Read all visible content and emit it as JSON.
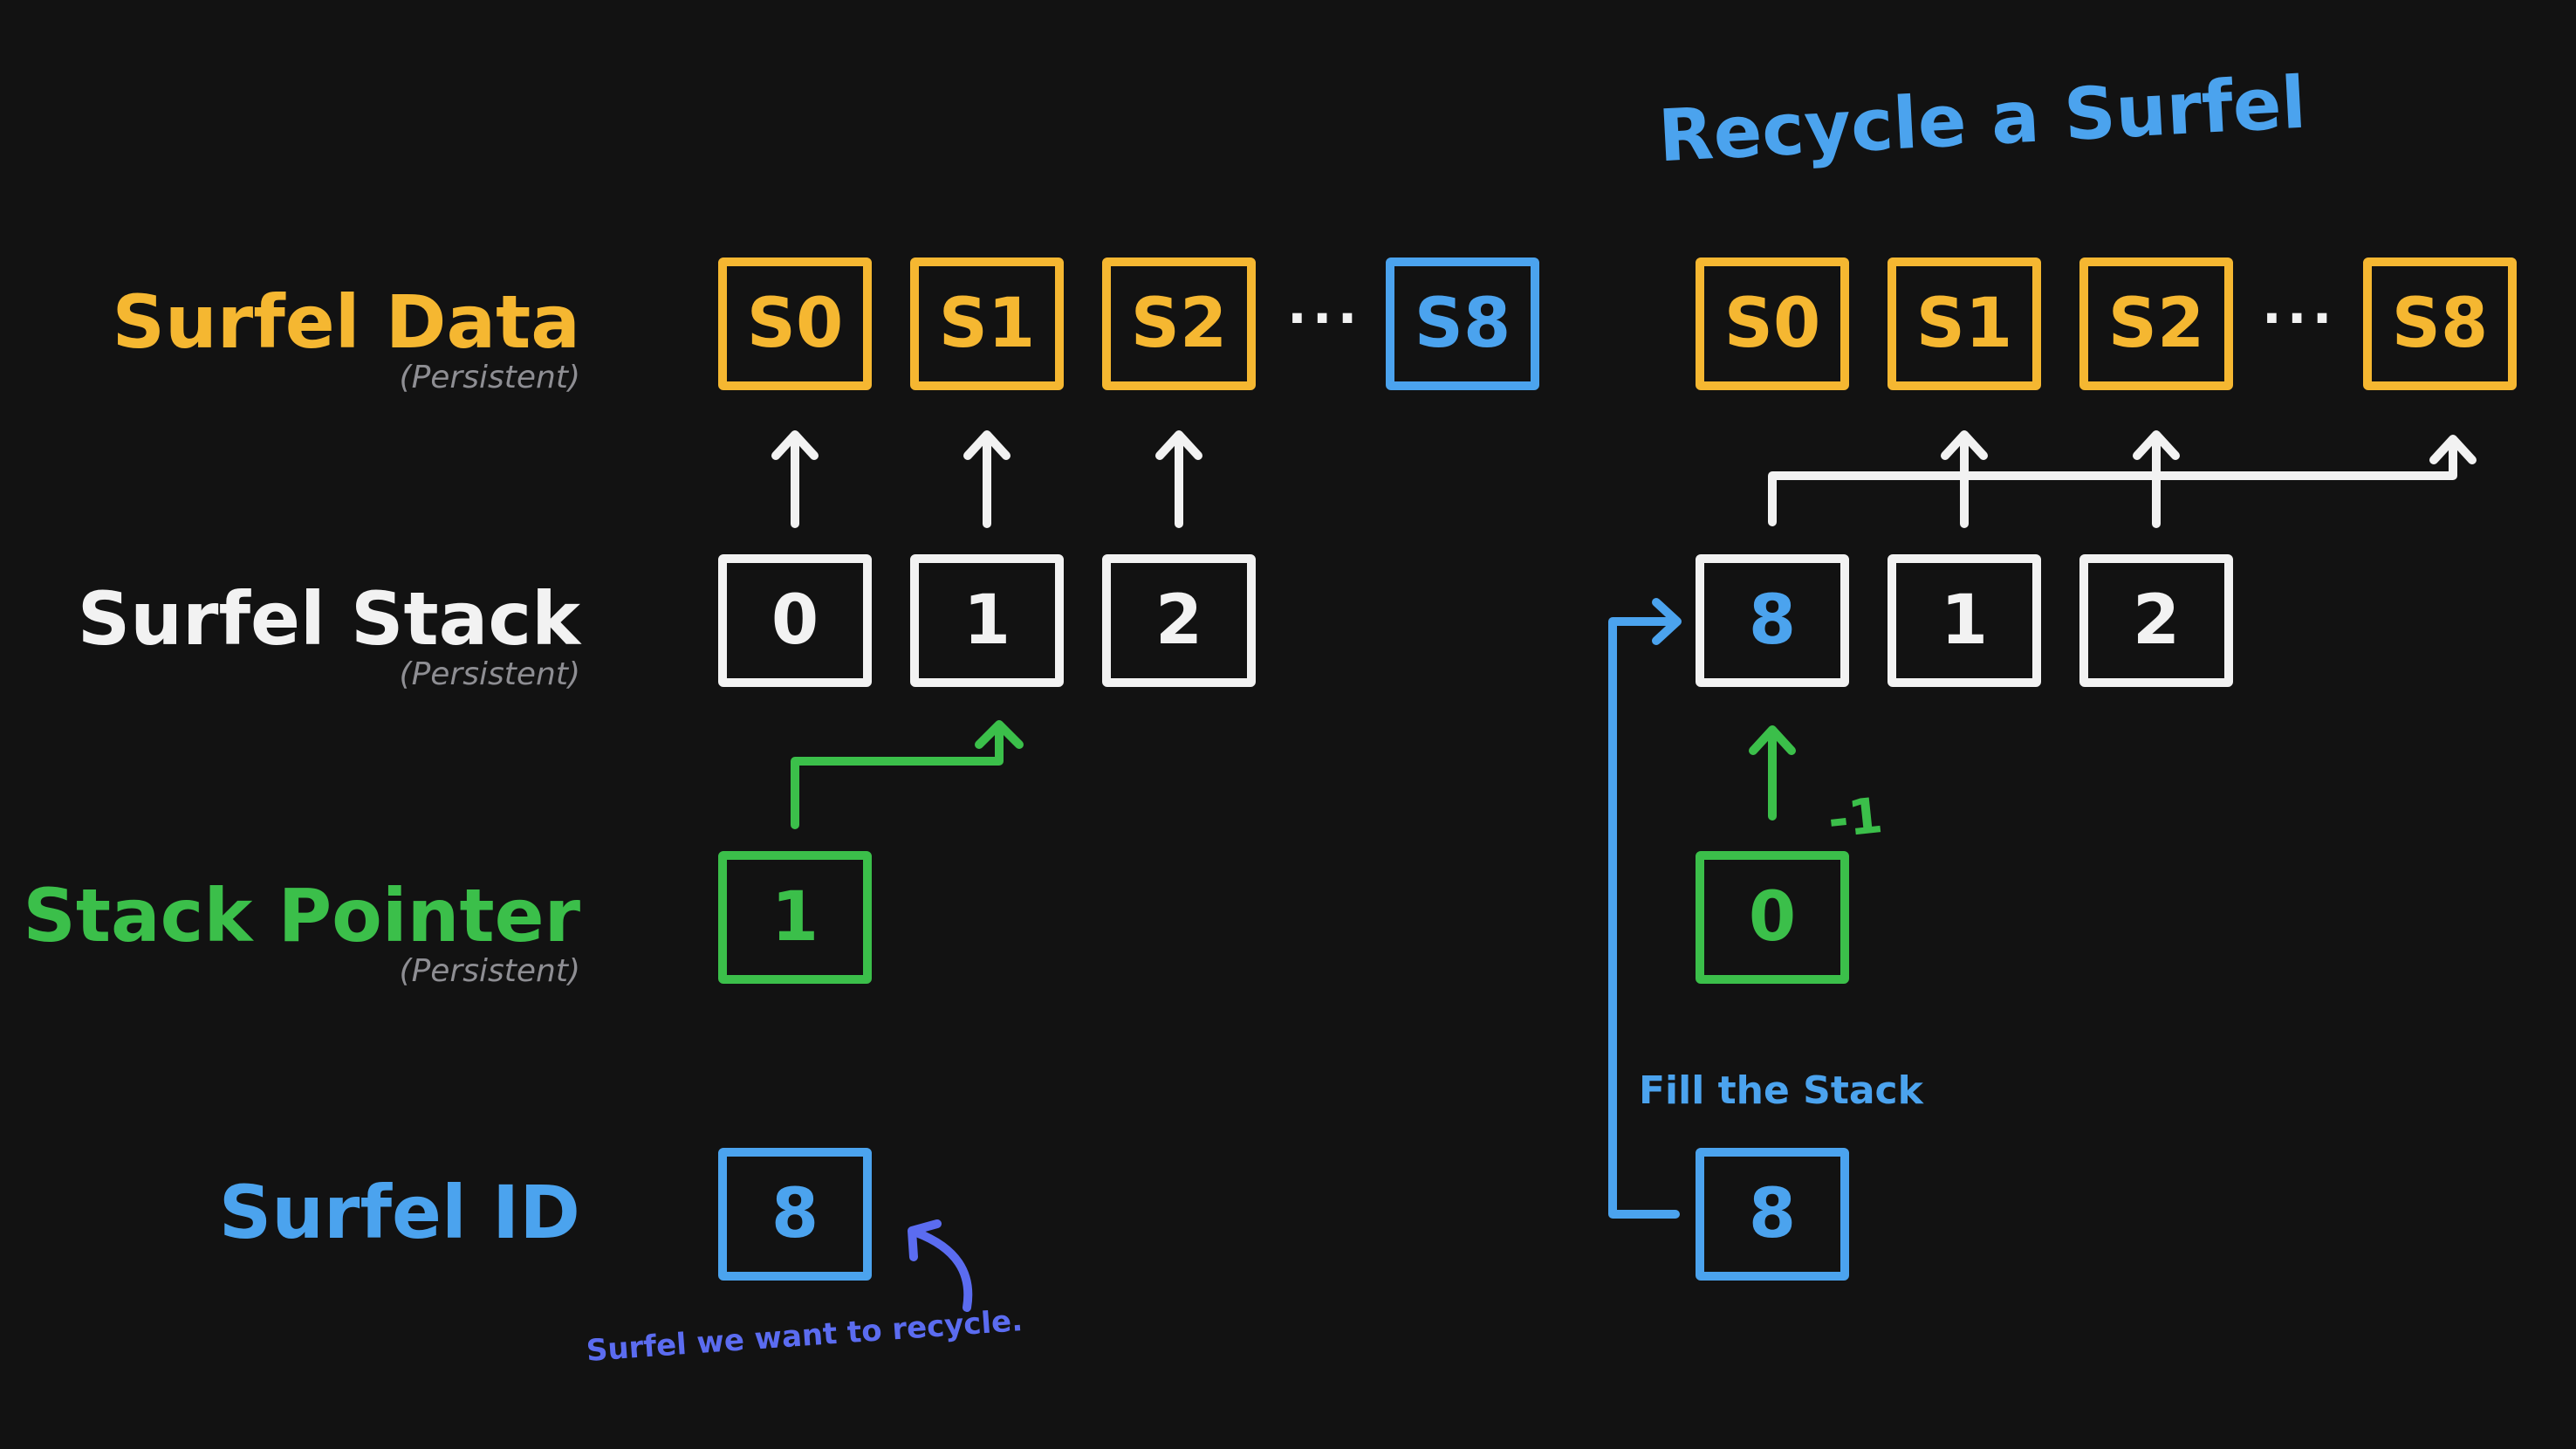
{
  "title": "Recycle a Surfel",
  "labels": {
    "surfel_data": "Surfel Data",
    "surfel_stack": "Surfel Stack",
    "stack_pointer": "Stack Pointer",
    "surfel_id": "Surfel ID",
    "persistent": "(Persistent)"
  },
  "left": {
    "data": [
      "S0",
      "S1",
      "S2",
      "S8"
    ],
    "stack": [
      "0",
      "1",
      "2"
    ],
    "pointer": "1",
    "surfel_id": "8",
    "annotation": "Surfel we want to recycle."
  },
  "right": {
    "data": [
      "S0",
      "S1",
      "S2",
      "S8"
    ],
    "stack": [
      "8",
      "1",
      "2"
    ],
    "pointer": "0",
    "decrement": "-1",
    "surfel_id": "8",
    "fill_label": "Fill the Stack"
  },
  "ellipsis": "···",
  "colors": {
    "background": "#121212",
    "data": "#f5b731",
    "stack": "#f2f2f2",
    "pointer": "#3bbf4a",
    "surfel_id": "#4ba3ee",
    "annotation": "#5b6cf0",
    "muted": "#8e8e93"
  }
}
